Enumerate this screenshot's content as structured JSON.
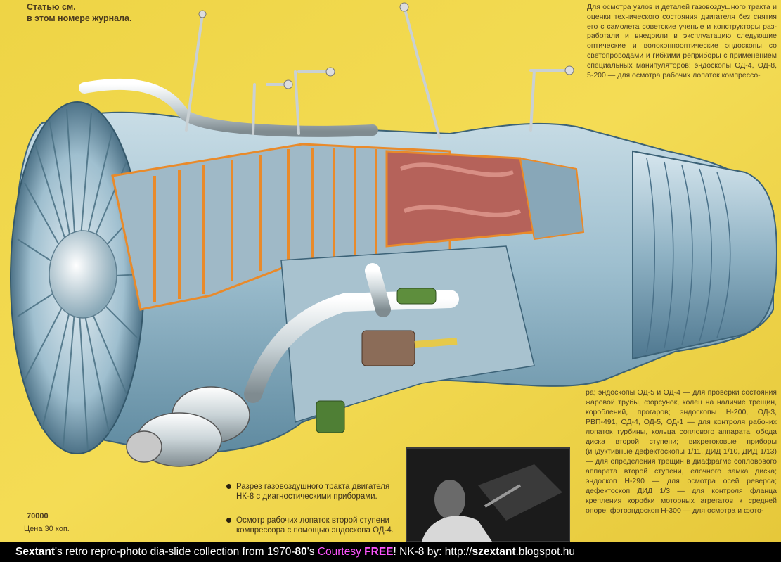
{
  "poster": {
    "corner_text": [
      "Статью см.",
      "в этом номере журнала."
    ],
    "right_column_top": "Для осмотра узлов и деталей газовоз­душного тракта и оценки технического со­стояния двигателя без снятия его с само­лета советские ученые и конструкторы раз­работали и внедрили в эксплуатацию сле­дующие оптические и волоконнооптические эндоскопы со светопроводами и гибкими ре­приборы с применением специальных мани­пуляторов: эндоскопы ОД-4, ОД-8, 5-200 — для осмотра рабочих лопаток компрессо-",
    "right_column_bottom": "ра; эндоскопы ОД-5 и ОД-4 — для провер­ки состояния жаровой трубы, форсунок, колец на наличие трещин, короблений, про­гаров; эндоскопы Н-200, ОД-3, РВП-491, ОД-4, ОД-5, ОД-1 — для контроля рабо­чих лопаток турбины, кольца соплового ап­парата, обода диска второй ступени; вих­ретоковые приборы (индуктивные дефекто­скопы 1/11, ДИД 1/10, ДИД 1/13) — для определения трещин в диафрагме соплово­вого аппарата второй ступени, елочного замка диска; эндоскоп Н-290 — для осмотра осей реверса; дефектоскоп ДИД 1/3 — для контроля фланца крепления коробки мо­торных агрегатов к средней опоре; фото­эндоскоп Н-300 — для осмотра и фото-",
    "caption_1": "Разрез газовоздушного тракта двигателя НК-8 с диагностически­ми приборами.",
    "caption_2": "Осмотр рабочих лопаток второй ступени компрессора с помощью эндоскопа ОД-4.",
    "price_number": "70000",
    "price": "Цена 30 коп."
  },
  "footer": {
    "part1_bold": "Sextant",
    "part2": "'s retro repro-photo dia-slide collection from 1970-",
    "part3_bold": "80",
    "part4": "'s ",
    "part5_magenta": "Courtesy ",
    "part6_magenta_bold": "FREE",
    "part7": "! NK-8 by: ",
    "url_prefix": "http://",
    "url_bold": "szextant",
    "url_suffix": ".blogspot.hu"
  },
  "colors": {
    "paper": "#f2d94a",
    "engine_blue": "#a9c7d6",
    "engine_orange": "#e98a2a",
    "footer_bg": "#000000",
    "footer_accent": "#ff55ff"
  }
}
